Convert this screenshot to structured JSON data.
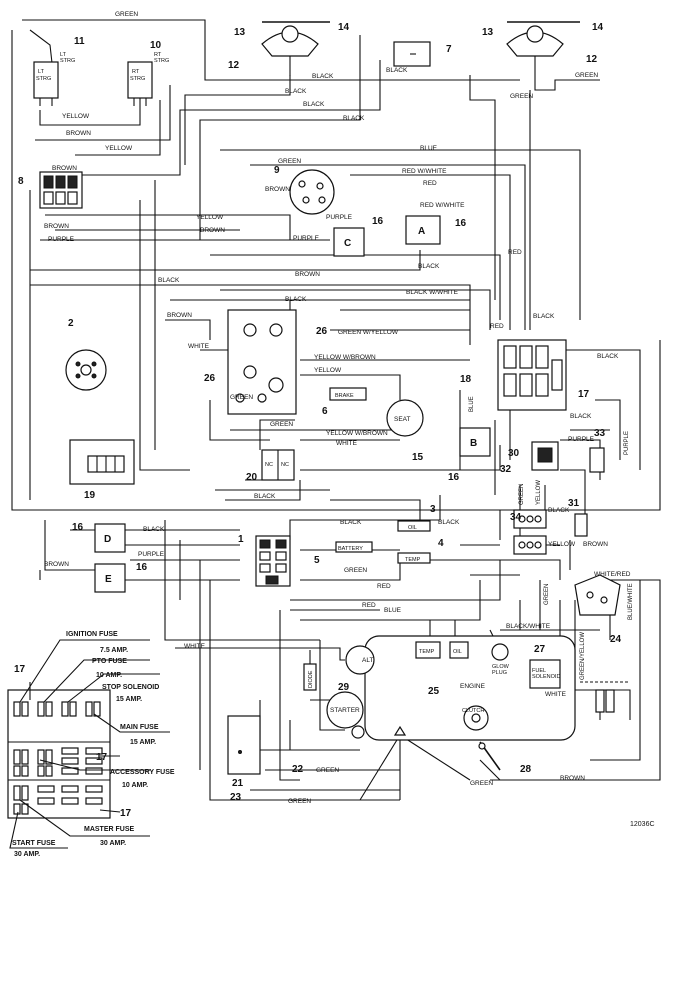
{
  "wire_labels": {
    "green_top": "GREEN",
    "yellow_11_10": "YELLOW",
    "brown_top": "BROWN",
    "yellow_8": "YELLOW",
    "brown_8": "BROWN",
    "brown_8b": "BROWN",
    "purple_8": "PURPLE",
    "black_12": "BLACK",
    "black_7": "BLACK",
    "black_mid1": "BLACK",
    "black_mid2": "BLACK",
    "black_mid3": "BLACK",
    "green_right": "GREEN",
    "green_right2": "GREEN",
    "blue_top": "BLUE",
    "red_wwhite": "RED W/WHITE",
    "red_mid": "RED",
    "red_wwhite2": "RED W/WHITE",
    "green_9": "GREEN",
    "brown_9": "BROWN",
    "purple_16": "PURPLE",
    "yellow_mid": "YELLOW",
    "brown_mid": "BROWN",
    "purple_mid": "PURPLE",
    "black_16r": "BLACK",
    "red_r": "RED",
    "black_long": "BLACK",
    "brown_long": "BROWN",
    "black_26": "BLACK",
    "black_wwhite": "BLACK W/WHITE",
    "black_18": "BLACK",
    "green_wyellow": "GREEN W/YELLOW",
    "yellow_wbrown": "YELLOW W/BROWN",
    "yellow_26": "YELLOW",
    "white_26": "WHITE",
    "brown_26": "BROWN",
    "red_18": "RED",
    "black_17": "BLACK",
    "black_17b": "BLACK",
    "green_26": "GREEN",
    "green_6": "GREEN",
    "yellow_wbrown2": "YELLOW W/BROWN",
    "white_6": "WHITE",
    "blue_16": "BLUE",
    "purple_33": "PURPLE",
    "purple_far": "PURPLE",
    "black_20": "BLACK",
    "black_3": "BLACK",
    "black_3b": "BLACK",
    "black_16l": "BLACK",
    "purple_16l": "PURPLE",
    "brown_16l": "BROWN",
    "green_5": "GREEN",
    "red_5": "RED",
    "red_low": "RED",
    "blue_low": "BLUE",
    "yellow_31": "YELLOW",
    "brown_31": "BROWN",
    "white_red": "WHITE/RED",
    "blue_white": "BLUE/WHITE",
    "green_24": "GREEN",
    "black_white": "BLACK/WHITE",
    "green_yellow": "GREEN/YELLOW",
    "white_engine": "WHITE",
    "white_far": "WHITE",
    "green_22": "GREEN",
    "green_23": "GREEN",
    "green_28": "GREEN",
    "brown_28": "BROWN",
    "yellow_32": "YELLOW",
    "green_r1": "GREEN",
    "black_31": "BLACK"
  },
  "component_text": {
    "lt_strg": "LT\nSTRG",
    "rt_strg": "RT\nSTRG",
    "seat": "SEAT",
    "alt": "ALT.",
    "starter": "STARTER",
    "engine": "ENGINE",
    "temp_engine": "TEMP",
    "oil_engine": "OIL",
    "glow_plug": "GLOW\nPLUG",
    "fuel_solenoid": "FUEL\nSOLENOID",
    "clutch": "CLUTCH",
    "relay_c1": "C",
    "relay_a": "A",
    "relay_b": "B",
    "relay_d": "D",
    "relay_e": "E",
    "oil_3": "OIL",
    "temp_4": "TEMP",
    "battery_5": "BATTERY",
    "brake_6": "BRAKE",
    "diode": "DIODE",
    "nc1": "NC",
    "nc2": "NC"
  },
  "callouts": [
    "1",
    "2",
    "3",
    "4",
    "5",
    "6",
    "7",
    "8",
    "9",
    "10",
    "11",
    "12",
    "13",
    "14",
    "15",
    "16",
    "17",
    "18",
    "19",
    "20",
    "21",
    "22",
    "23",
    "24",
    "25",
    "26",
    "27",
    "28",
    "29",
    "30",
    "31",
    "32",
    "33",
    "34"
  ],
  "fuse_panel": {
    "ignition_fuse": "IGNITION FUSE",
    "ignition_amp": "7.5 AMP.",
    "pto_fuse": "PTO FUSE",
    "pto_amp": "10 AMP.",
    "stop_solenoid": "STOP SOLENOID",
    "stop_amp": "15 AMP.",
    "main_fuse": "MAIN FUSE",
    "main_amp": "15 AMP.",
    "accessory_fuse": "ACCESSORY FUSE",
    "accessory_amp": "10 AMP.",
    "master_fuse": "MASTER FUSE",
    "master_amp": "30 AMP.",
    "start_fuse": "START FUSE",
    "start_amp": "30 AMP."
  },
  "drawing_code": "12036C"
}
